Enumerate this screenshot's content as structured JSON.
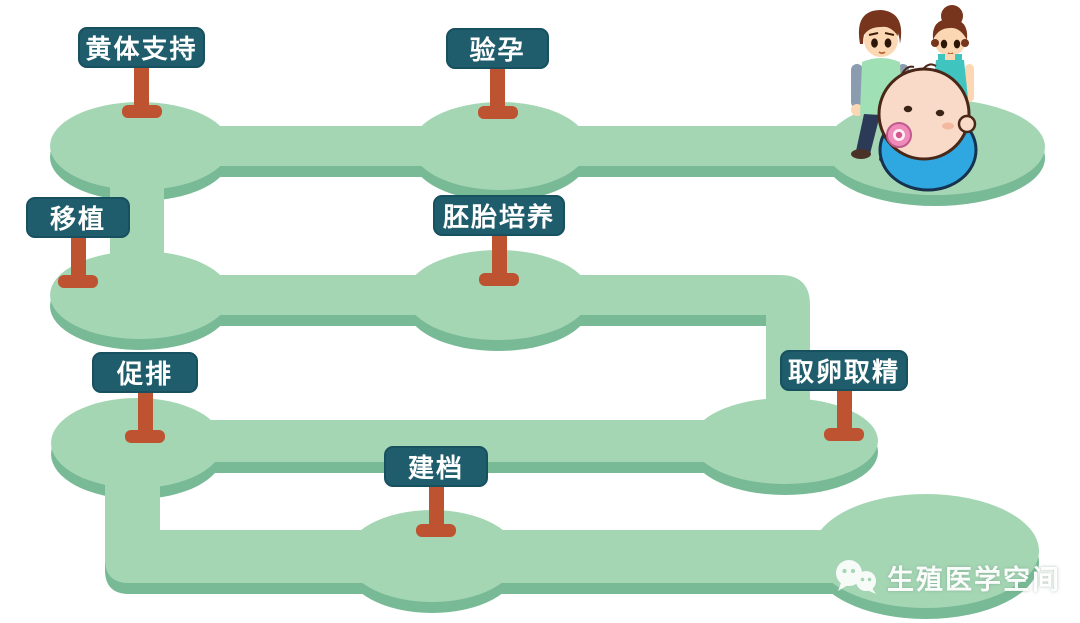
{
  "signs": [
    {
      "id": "luteal-support",
      "label": "黄体支持"
    },
    {
      "id": "pregnancy-test",
      "label": "验孕"
    },
    {
      "id": "embryo-transfer",
      "label": "移植"
    },
    {
      "id": "embryo-culture",
      "label": "胚胎培养"
    },
    {
      "id": "ovulation-induction",
      "label": "促排"
    },
    {
      "id": "egg-sperm-retrieval",
      "label": "取卵取精"
    },
    {
      "id": "registration",
      "label": "建档"
    }
  ],
  "path_order": [
    "建档",
    "促排",
    "取卵取精",
    "胚胎培养",
    "移植",
    "黄体支持",
    "验孕"
  ],
  "watermark": {
    "text": "生殖医学空间",
    "icon": "wechat-icon"
  },
  "illustration": {
    "name": "couple-with-baby"
  },
  "colors": {
    "track_top": "#a5d6b4",
    "track_side": "#79ba96",
    "sign_background": "#1f5d6c",
    "sign_text": "#ffffff",
    "post": "#bd5331",
    "baby_wrap": "#2fa8e1",
    "background": "#ffffff"
  }
}
